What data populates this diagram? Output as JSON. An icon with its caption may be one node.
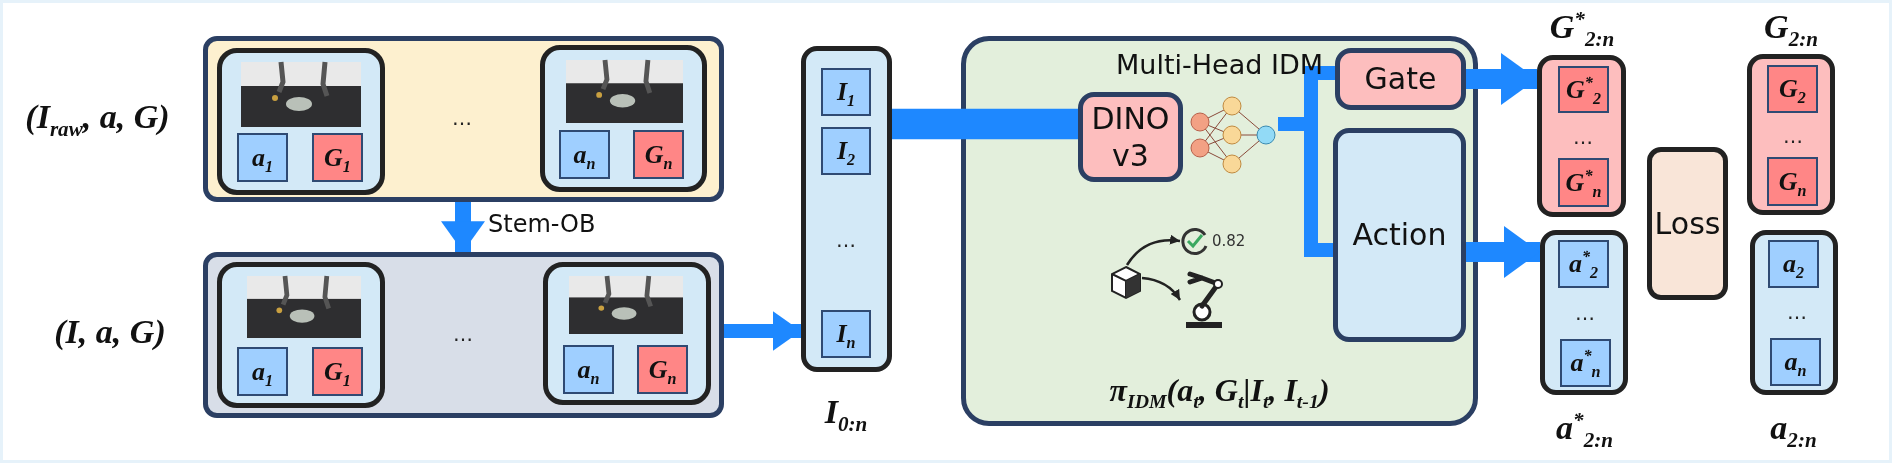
{
  "diagram": {
    "nodes": [
      {
        "text": [],
        "shape": "box",
        "beside": [
          "(I$_{raw}$, a, G)"
        ]
      },
      {
        "text": [],
        "shape": "box",
        "in": 0
      },
      {
        "text": [],
        "shape": "picture",
        "in": 1
      },
      {
        "text": [
          "a$_{1}$"
        ],
        "in": 1
      },
      {
        "text": [
          "G$_{1}$"
        ],
        "in": 1
      },
      {
        "text": [],
        "shape": "box",
        "in": 0
      },
      {
        "text": [],
        "shape": "picture",
        "in": 5
      },
      {
        "text": [
          "a$_{n}$"
        ],
        "in": 5
      },
      {
        "text": [
          "G$_{n}$"
        ],
        "in": 5
      },
      {
        "text": [],
        "shape": "box",
        "beside": [
          "(I, a, G)"
        ]
      },
      {
        "text": [],
        "shape": "box",
        "in": 9
      },
      {
        "text": [],
        "shape": "picture",
        "in": 10
      },
      {
        "text": [
          "a$_{1}$"
        ],
        "in": 10
      },
      {
        "text": [
          "G$_{1}$"
        ],
        "in": 10
      },
      {
        "text": [],
        "shape": "box",
        "in": 9
      },
      {
        "text": [],
        "shape": "picture",
        "in": 14
      },
      {
        "text": [
          "a$_{n}$"
        ],
        "in": 14
      },
      {
        "text": [
          "G$_{n}$"
        ],
        "in": 14
      },
      {
        "text": [],
        "shape": "box",
        "beside": [
          "I$_{0:n}$"
        ]
      },
      {
        "text": [
          "I$_{1}$"
        ],
        "in": 18
      },
      {
        "text": [
          "I$_{2}$"
        ],
        "in": 18
      },
      {
        "text": [
          "I$_{n}$"
        ],
        "in": 18
      },
      {
        "text": [
          "Multi-Head IDM",
          "π$_{IDM}$(a$_{t}$, G$_{t}$|I$_{t}$, I$_{t-1}$)"
        ]
      },
      {
        "text": [
          "DINO v3"
        ],
        "in": 22
      },
      {
        "text": [],
        "shape": "picture",
        "in": 22
      },
      {
        "text": [
          "Gate"
        ],
        "in": 22
      },
      {
        "text": [
          "Action"
        ],
        "in": 22
      },
      {
        "text": [],
        "shape": "picture",
        "in": 22
      },
      {
        "text": [
          "0.82"
        ],
        "in": 22
      },
      {
        "text": [],
        "shape": "picture",
        "in": 22
      },
      {
        "text": [],
        "shape": "box",
        "beside": [
          "G$^{*}$$_{2:n}$"
        ]
      },
      {
        "text": [
          "G$^{*}$$_{2}$"
        ],
        "in": 30
      },
      {
        "text": [
          "G$^{*}$$_{n}$"
        ],
        "in": 30
      },
      {
        "text": [],
        "shape": "box",
        "beside": [
          "a$^{*}$$_{2:n}$"
        ]
      },
      {
        "text": [
          "a$^{*}$$_{2}$"
        ],
        "in": 33
      },
      {
        "text": [
          "a$^{*}$$_{n}$"
        ],
        "in": 33
      },
      {
        "text": [
          "Loss"
        ]
      },
      {
        "text": [],
        "shape": "box",
        "beside": [
          "G$_{2:n}$"
        ]
      },
      {
        "text": [
          "G$_{2}$"
        ],
        "in": 37
      },
      {
        "text": [
          "G$_{n}$"
        ],
        "in": 37
      },
      {
        "text": [],
        "shape": "box",
        "beside": [
          "a$_{2:n}$"
        ]
      },
      {
        "text": [
          "a$_{2}$"
        ],
        "in": 40
      },
      {
        "text": [
          "a$_{n}$"
        ],
        "in": 40
      }
    ],
    "edges": [
      {
        "from": 0,
        "to": 9,
        "arrow": "to",
        "label": "Stem-OB"
      },
      {
        "from": 9,
        "to": 18,
        "arrow": "to"
      },
      {
        "from": 18,
        "to": 23,
        "arrow": "none",
        "style": "thick"
      },
      {
        "from": 24,
        "to": 25,
        "arrow": "none"
      },
      {
        "from": 24,
        "to": 26,
        "arrow": "none"
      },
      {
        "from": 25,
        "to": 30,
        "arrow": "to"
      },
      {
        "from": 26,
        "to": 33,
        "arrow": "to"
      },
      {
        "from": 27,
        "to": 28,
        "arrow": "to",
        "color": "#222222"
      },
      {
        "from": 27,
        "to": 29,
        "arrow": "to",
        "color": "#222222"
      }
    ],
    "labels": [
      "…",
      "…",
      "…",
      "…",
      "…",
      "…",
      "…"
    ]
  }
}
